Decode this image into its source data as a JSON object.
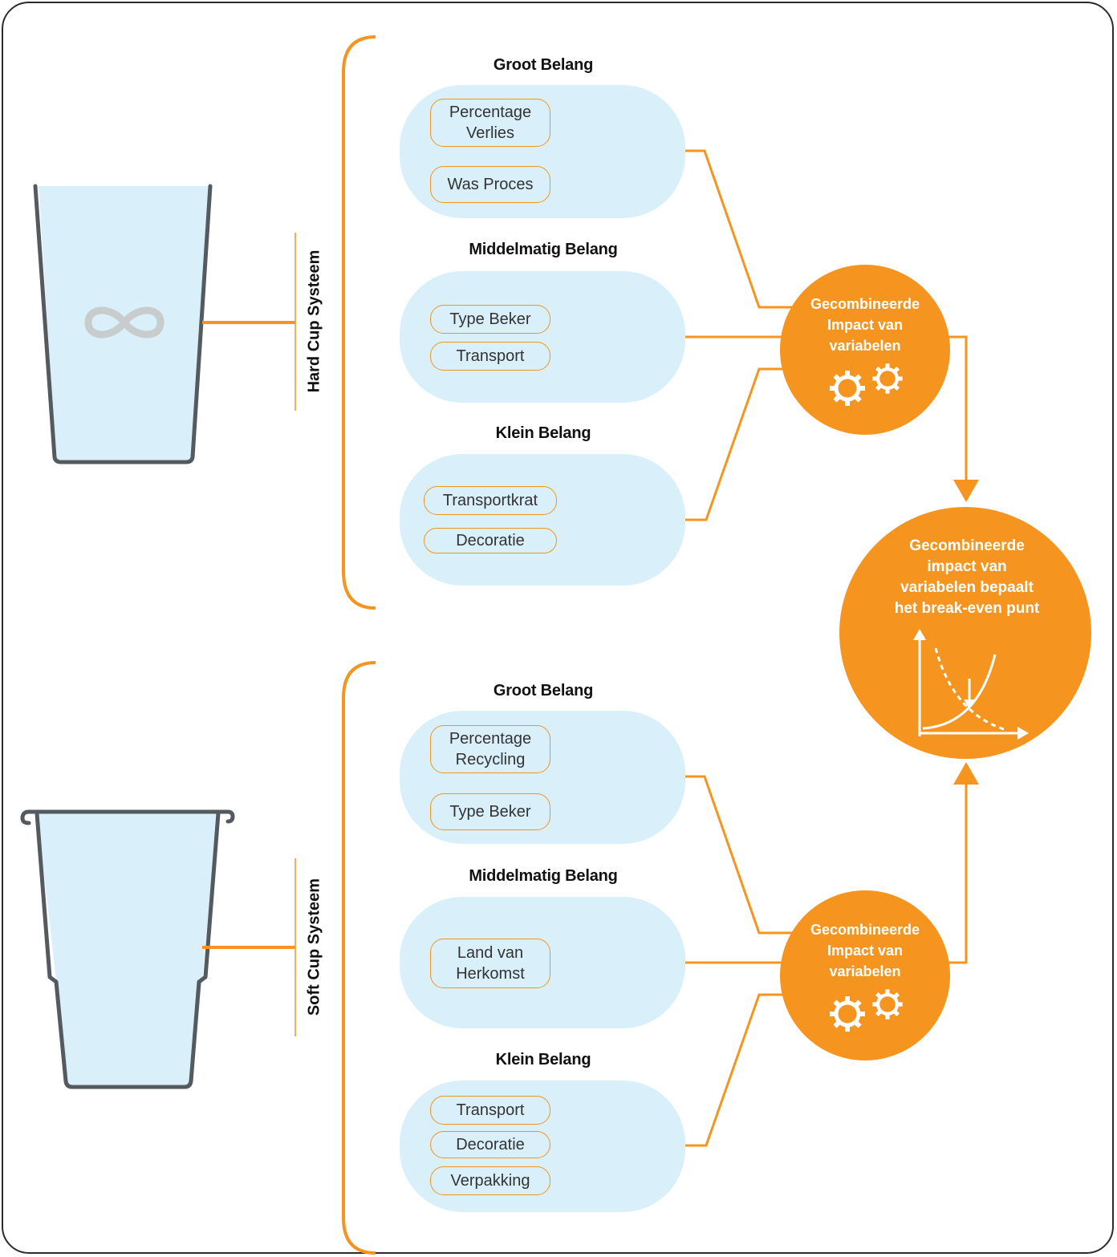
{
  "colors": {
    "accent": "#f5951f",
    "panel": "#d9f0fb",
    "knob_ring": "#e4dcc4",
    "cup_outline": "#555a5e"
  },
  "hard_system": {
    "label": "Hard Cup Systeem",
    "icon": "infinity-icon",
    "groups": [
      {
        "heading": "Groot Belang",
        "items": [
          "Percentage Verlies",
          "Was Proces"
        ]
      },
      {
        "heading": "Middelmatig Belang",
        "items": [
          "Type Beker",
          "Transport"
        ]
      },
      {
        "heading": "Klein Belang",
        "items": [
          "Transportkrat",
          "Decoratie"
        ]
      }
    ],
    "combined": "Gecombineerde Impact van variabelen"
  },
  "soft_system": {
    "label": "Soft Cup Systeem",
    "groups": [
      {
        "heading": "Groot Belang",
        "items": [
          "Percentage Recycling",
          "Type Beker"
        ]
      },
      {
        "heading": "Middelmatig Belang",
        "items": [
          "Land van Herkomst"
        ]
      },
      {
        "heading": "Klein Belang",
        "items": [
          "Transport",
          "Decoratie",
          "Verpakking"
        ]
      }
    ],
    "combined": "Gecombineerde Impact van variabelen"
  },
  "result": {
    "text": "Gecombineerde impact van variabelen bepaalt het break-even punt",
    "icon": "break-even-chart-icon"
  }
}
